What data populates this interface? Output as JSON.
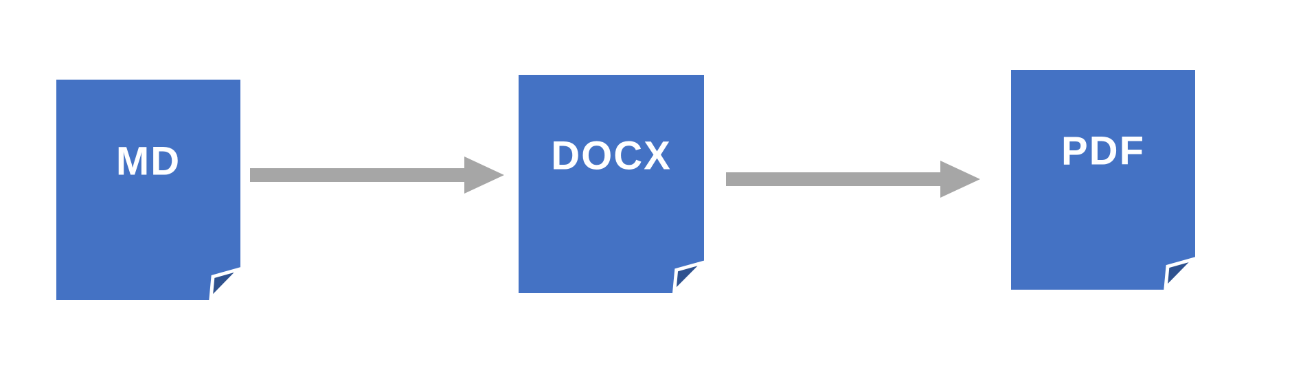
{
  "diagram": {
    "type": "flow",
    "description": "File conversion pipeline",
    "nodes": [
      {
        "id": "md",
        "label": "MD"
      },
      {
        "id": "docx",
        "label": "DOCX"
      },
      {
        "id": "pdf",
        "label": "PDF"
      }
    ],
    "arrows": [
      {
        "from": "MD",
        "to": "DOCX"
      },
      {
        "from": "DOCX",
        "to": "PDF"
      }
    ],
    "colors": {
      "background": "#ffffff",
      "document_fill": "#4472c4",
      "fold_fill": "#2f528f",
      "fold_outline": "#ffffff",
      "arrow_fill": "#a6a6a6",
      "label_text": "#ffffff"
    }
  }
}
